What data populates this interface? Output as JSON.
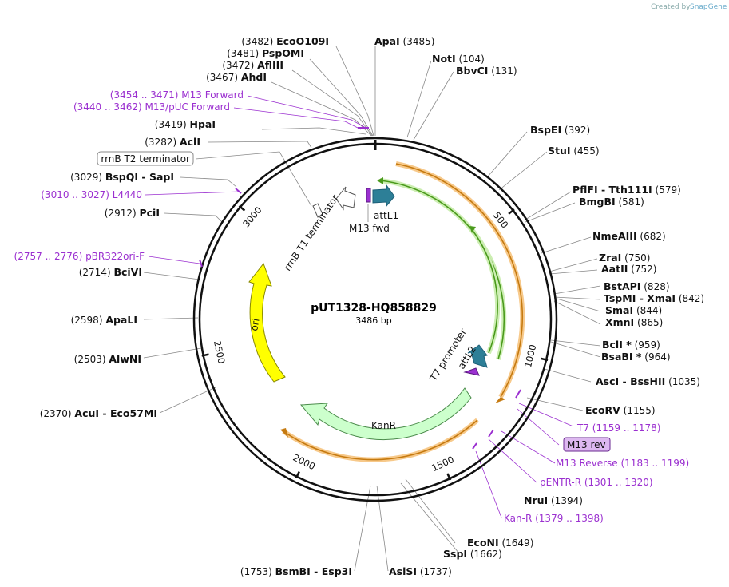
{
  "credit": {
    "text": "Created by",
    "brand": "SnapGene"
  },
  "plasmid": {
    "name": "pUT1328-HQ858829",
    "size_label": "3486 bp"
  },
  "ticks": [
    {
      "label": "500",
      "bp": 500
    },
    {
      "label": "1000",
      "bp": 1000
    },
    {
      "label": "1500",
      "bp": 1500
    },
    {
      "label": "2000",
      "bp": 2000
    },
    {
      "label": "2500",
      "bp": 2500
    },
    {
      "label": "3000",
      "bp": 3000
    }
  ],
  "left_sites": [
    {
      "pos": "(3482)",
      "name": "EcoO109I"
    },
    {
      "pos": "(3481)",
      "name": "PspOMI"
    },
    {
      "pos": "(3472)",
      "name": "AflIII"
    },
    {
      "pos": "(3467)",
      "name": "AhdI"
    },
    {
      "pos": "(3454 .. 3471)",
      "name": "M13 Forward",
      "primer": true
    },
    {
      "pos": "(3440 .. 3462)",
      "name": "M13/pUC Forward",
      "primer": true
    },
    {
      "pos": "(3419)",
      "name": "HpaI"
    },
    {
      "pos": "(3282)",
      "name": "AclI"
    },
    {
      "name": "rrnB T2 terminator",
      "boxed": true
    },
    {
      "pos": "(3029)",
      "name": "BspQI",
      "name2": "SapI"
    },
    {
      "pos": "(3010 .. 3027)",
      "name": "L4440",
      "primer": true
    },
    {
      "pos": "(2912)",
      "name": "PciI"
    },
    {
      "pos": "(2757 .. 2776)",
      "name": "pBR322ori-F",
      "primer": true
    },
    {
      "pos": "(2714)",
      "name": "BciVI"
    },
    {
      "pos": "(2598)",
      "name": "ApaLI"
    },
    {
      "pos": "(2503)",
      "name": "AlwNI"
    },
    {
      "pos": "(2370)",
      "name": "AcuI",
      "name2": "Eco57MI"
    }
  ],
  "right_sites": [
    {
      "name": "ApaI",
      "pos": "(3485)"
    },
    {
      "name": "NotI",
      "pos": "(104)"
    },
    {
      "name": "BbvCI",
      "pos": "(131)"
    },
    {
      "name": "BspEI",
      "pos": "(392)"
    },
    {
      "name": "StuI",
      "pos": "(455)"
    },
    {
      "name": "PflFI",
      "name2": "Tth111I",
      "pos": "(579)"
    },
    {
      "name": "BmgBI",
      "pos": "(581)"
    },
    {
      "name": "NmeAIII",
      "pos": "(682)"
    },
    {
      "name": "ZraI",
      "pos": "(750)"
    },
    {
      "name": "AatII",
      "pos": "(752)"
    },
    {
      "name": "BstAPI",
      "pos": "(828)"
    },
    {
      "name": "TspMI",
      "name2": "XmaI",
      "pos": "(842)"
    },
    {
      "name": "SmaI",
      "pos": "(844)"
    },
    {
      "name": "XmnI",
      "pos": "(865)"
    },
    {
      "name": "BclI *",
      "pos": "(959)"
    },
    {
      "name": "BsaBI *",
      "pos": "(964)"
    },
    {
      "name": "AscI",
      "name2": "BssHII",
      "pos": "(1035)"
    },
    {
      "name": "EcoRV",
      "pos": "(1155)"
    },
    {
      "name": "T7",
      "pos": "(1159 .. 1178)",
      "primer": true
    },
    {
      "name": "M13 rev",
      "boxed": true
    },
    {
      "name": "M13 Reverse",
      "pos": "(1183 .. 1199)",
      "primer": true
    },
    {
      "name": "pENTR-R",
      "pos": "(1301 .. 1320)",
      "primer": true
    },
    {
      "name": "NruI",
      "pos": "(1394)"
    },
    {
      "name": "Kan-R",
      "pos": "(1379 .. 1398)",
      "primer": true
    },
    {
      "name": "EcoNI",
      "pos": "(1649)"
    },
    {
      "name": "SspI",
      "pos": "(1662)"
    },
    {
      "name": "AsiSI",
      "pos": "(1737)"
    },
    {
      "pos": "(1753)",
      "name": "BsmBI",
      "name2": "Esp3I"
    }
  ],
  "features": {
    "ori": "ori",
    "kanr": "KanR",
    "rrnb_t1": "rrnB T1 terminator",
    "attl1": "attL1",
    "m13fwd": "M13 fwd",
    "t7prom": "T7 promoter",
    "attl2": "attL2"
  },
  "colors": {
    "primer": "#9b30d0",
    "ori": "#ffff00",
    "kanr": "#ccffcc",
    "attl": "#2d7f97",
    "orange_arc": "#f0a020",
    "green_arc": "#55aa22",
    "leader": "#888888"
  }
}
